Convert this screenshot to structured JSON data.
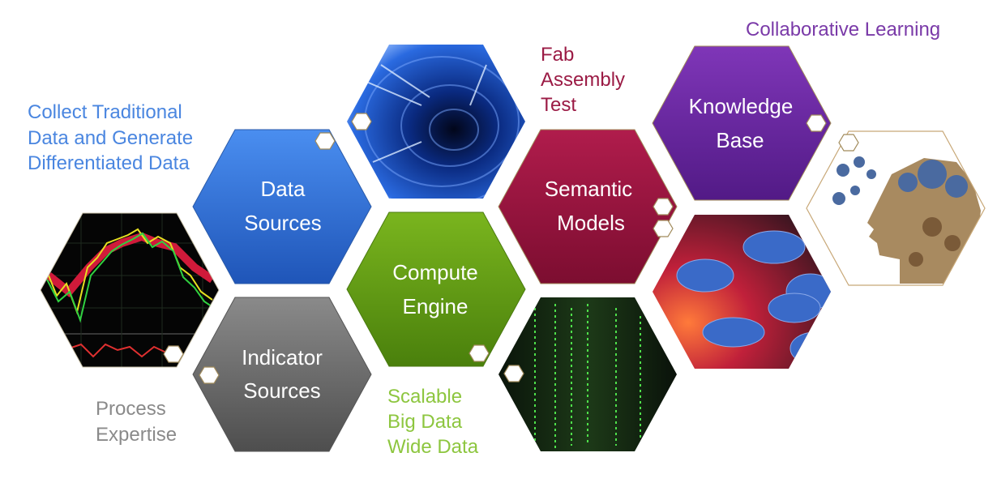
{
  "captions": {
    "data_collection": [
      "Collect Traditional",
      "Data and Generate",
      "Differentiated Data"
    ],
    "fab": [
      "Fab",
      "Assembly",
      "Test"
    ],
    "collaborative": "Collaborative Learning",
    "process": [
      "Process",
      "Expertise"
    ],
    "scalable": [
      "Scalable",
      "Big Data",
      "Wide Data"
    ]
  },
  "hexagons": {
    "data_sources": [
      "Data",
      "Sources"
    ],
    "indicator_sources": [
      "Indicator",
      "Sources"
    ],
    "compute_engine": [
      "Compute",
      "Engine"
    ],
    "semantic_models": [
      "Semantic",
      "Models"
    ],
    "knowledge_base": [
      "Knowledge",
      "Base"
    ]
  },
  "colors": {
    "data_sources": "#2f6fd6",
    "indicator_sources": "#6a6a6a",
    "compute_engine": "#5f9a12",
    "semantic_models": "#9c1540",
    "knowledge_base": "#6a2aa0",
    "blue_caption": "#4a86e0",
    "fab_caption": "#9b1b45",
    "purple_caption": "#7a3aa8",
    "gray_caption": "#8a8a8a",
    "green_caption": "#8dc63f"
  }
}
